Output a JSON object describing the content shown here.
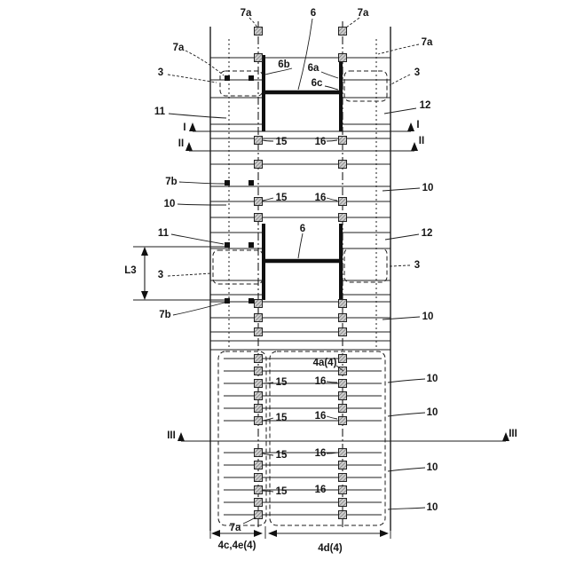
{
  "colors": {
    "ink": "#1c1c1c",
    "fastener_fill": "#cccccc",
    "background": "#ffffff"
  },
  "labels": {
    "n7a_1": "7a",
    "n6_1": "6",
    "n7a_2": "7a",
    "n7a_3": "7a",
    "n7a_4": "7a",
    "n3_1": "3",
    "n3_2": "3",
    "n6b": "6b",
    "n6a": "6a",
    "n6c": "6c",
    "n11_1": "11",
    "n12_1": "12",
    "sec_I_left": "I",
    "sec_I_right": "I",
    "sec_II_left": "II",
    "sec_II_right": "II",
    "n15_1": "15",
    "n16_1": "16",
    "n7b_1": "7b",
    "n10_1": "10",
    "n10_2": "10",
    "n15_2": "15",
    "n16_2": "16",
    "n11_2": "11",
    "n6_2": "6",
    "n12_2": "12",
    "dim_L3": "L3",
    "n3_3": "3",
    "n3_4": "3",
    "n7b_2": "7b",
    "n10_3": "10",
    "n4a": "4a(4)",
    "n15_3": "15",
    "n16_3": "16",
    "n10_4": "10",
    "n15_4": "15",
    "n16_4": "16",
    "n10_5": "10",
    "sec_III_left": "III",
    "sec_III_right": "III",
    "n15_5": "15",
    "n16_5": "16",
    "n10_6": "10",
    "n15_6": "15",
    "n16_6": "16",
    "n10_7": "10",
    "n7a_5": "7a",
    "n4c4e": "4c,4e(4)",
    "n4d": "4d(4)"
  }
}
